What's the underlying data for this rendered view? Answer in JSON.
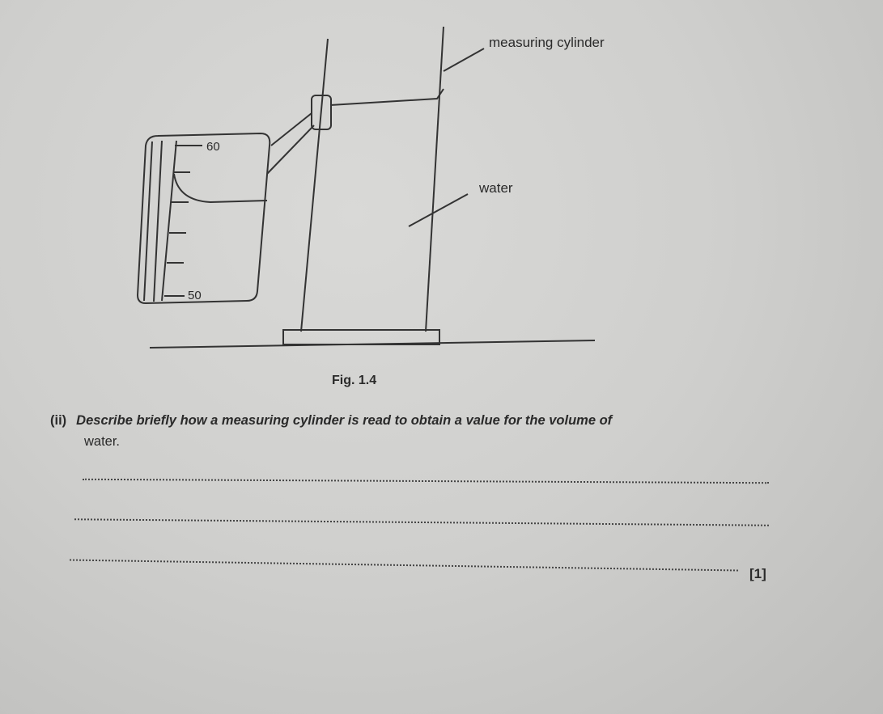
{
  "figure": {
    "label_cylinder": "measuring cylinder",
    "label_water": "water",
    "scale_top": "60",
    "scale_bottom": "50",
    "caption": "Fig. 1.4"
  },
  "question": {
    "number": "(ii)",
    "text_bold": "Describe briefly how a measuring cylinder is read to obtain a value for the volume of",
    "text_end": "water.",
    "marks": "[1]"
  }
}
